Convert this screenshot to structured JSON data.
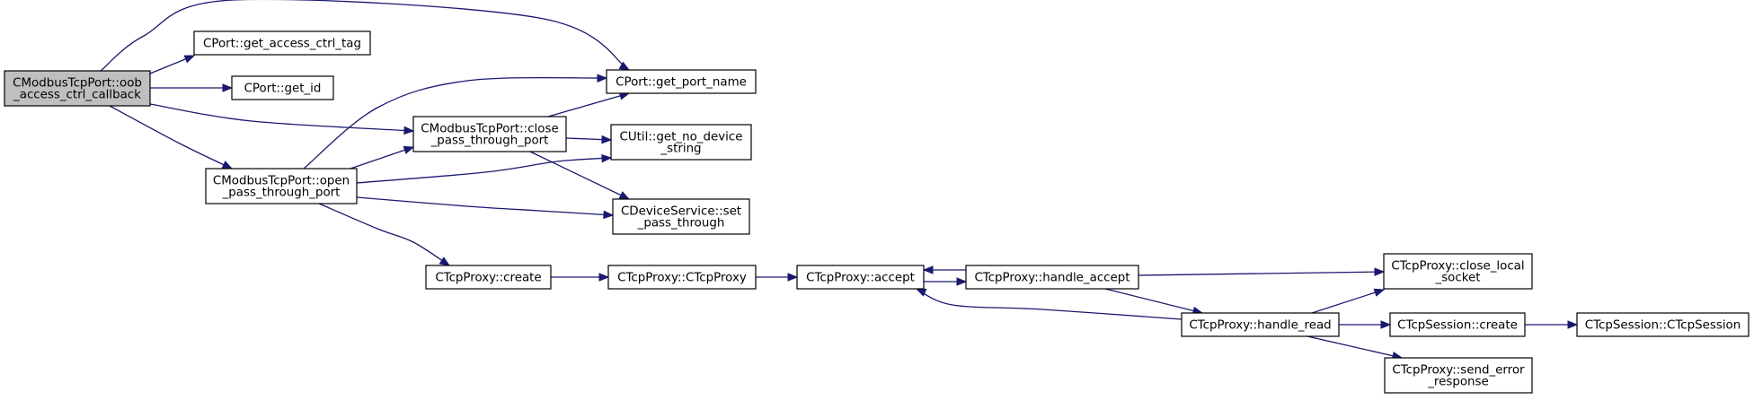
{
  "colors": {
    "edge": "#191970",
    "root_fill": "#bfbfbf",
    "node_fill": "#ffffff",
    "node_stroke": "#000000"
  },
  "nodes": [
    {
      "id": "oob",
      "lines": [
        "CModbusTcpPort::oob",
        "_access_ctrl_callback"
      ],
      "root": true
    },
    {
      "id": "get_access_ctrl_tag",
      "lines": [
        "CPort::get_access_ctrl_tag"
      ]
    },
    {
      "id": "get_id",
      "lines": [
        "CPort::get_id"
      ]
    },
    {
      "id": "get_port_name",
      "lines": [
        "CPort::get_port_name"
      ]
    },
    {
      "id": "close_pass",
      "lines": [
        "CModbusTcpPort::close",
        "_pass_through_port"
      ]
    },
    {
      "id": "open_pass",
      "lines": [
        "CModbusTcpPort::open",
        "_pass_through_port"
      ]
    },
    {
      "id": "get_no_device",
      "lines": [
        "CUtil::get_no_device",
        "_string"
      ]
    },
    {
      "id": "set_pass",
      "lines": [
        "CDeviceService::set",
        "_pass_through"
      ]
    },
    {
      "id": "proxy_create",
      "lines": [
        "CTcpProxy::create"
      ]
    },
    {
      "id": "proxy_ctor",
      "lines": [
        "CTcpProxy::CTcpProxy"
      ]
    },
    {
      "id": "accept",
      "lines": [
        "CTcpProxy::accept"
      ]
    },
    {
      "id": "handle_accept",
      "lines": [
        "CTcpProxy::handle_accept"
      ]
    },
    {
      "id": "handle_read",
      "lines": [
        "CTcpProxy::handle_read"
      ]
    },
    {
      "id": "close_local",
      "lines": [
        "CTcpProxy::close_local",
        "_socket"
      ]
    },
    {
      "id": "session_create",
      "lines": [
        "CTcpSession::create"
      ]
    },
    {
      "id": "session_ctor",
      "lines": [
        "CTcpSession::CTcpSession"
      ]
    },
    {
      "id": "send_error",
      "lines": [
        "CTcpProxy::send_error",
        "_response"
      ]
    }
  ],
  "edges": [
    {
      "from": "oob",
      "to": "get_access_ctrl_tag"
    },
    {
      "from": "oob",
      "to": "get_id"
    },
    {
      "from": "oob",
      "to": "get_port_name"
    },
    {
      "from": "oob",
      "to": "close_pass"
    },
    {
      "from": "oob",
      "to": "open_pass"
    },
    {
      "from": "close_pass",
      "to": "get_port_name"
    },
    {
      "from": "close_pass",
      "to": "get_no_device"
    },
    {
      "from": "close_pass",
      "to": "set_pass"
    },
    {
      "from": "open_pass",
      "to": "close_pass"
    },
    {
      "from": "open_pass",
      "to": "get_port_name"
    },
    {
      "from": "open_pass",
      "to": "get_no_device"
    },
    {
      "from": "open_pass",
      "to": "set_pass"
    },
    {
      "from": "open_pass",
      "to": "proxy_create"
    },
    {
      "from": "proxy_create",
      "to": "proxy_ctor"
    },
    {
      "from": "proxy_ctor",
      "to": "accept"
    },
    {
      "from": "accept",
      "to": "handle_accept"
    },
    {
      "from": "handle_accept",
      "to": "accept"
    },
    {
      "from": "handle_accept",
      "to": "close_local"
    },
    {
      "from": "handle_accept",
      "to": "handle_read"
    },
    {
      "from": "handle_read",
      "to": "accept"
    },
    {
      "from": "handle_read",
      "to": "close_local"
    },
    {
      "from": "handle_read",
      "to": "session_create"
    },
    {
      "from": "handle_read",
      "to": "send_error"
    },
    {
      "from": "session_create",
      "to": "session_ctor"
    }
  ]
}
